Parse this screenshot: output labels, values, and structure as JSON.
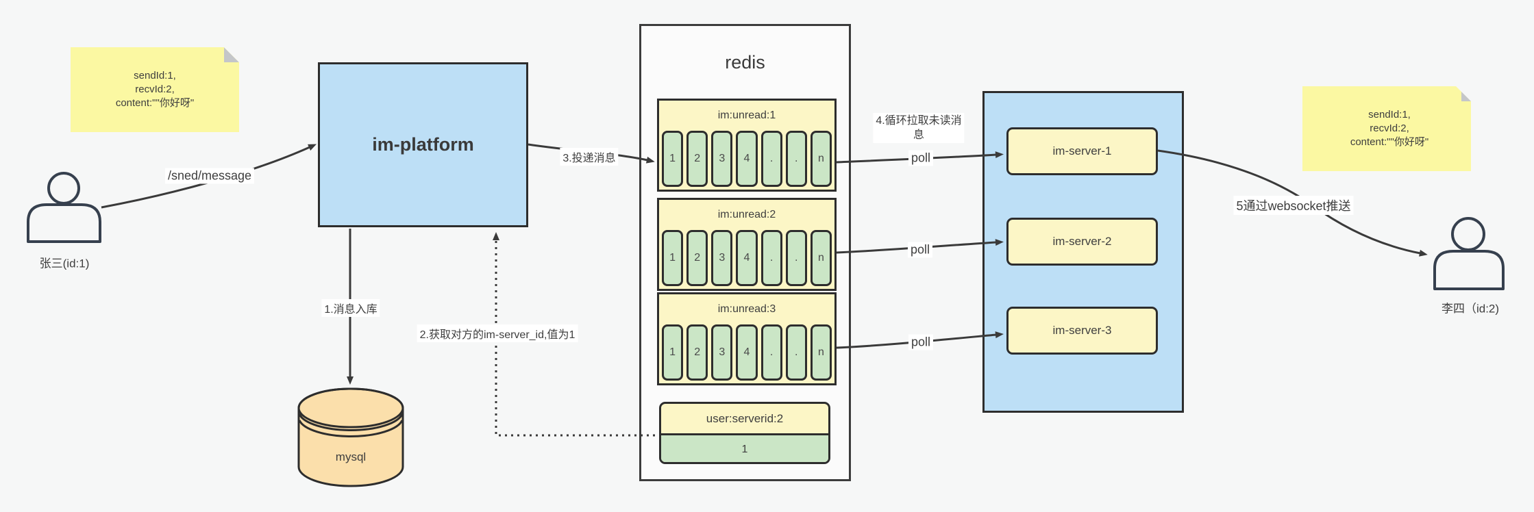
{
  "colors": {
    "background": "#F6F7F7",
    "note_yellow": "#FBF8A2",
    "box_yellow": "#FCF6C6",
    "cell_green": "#CBE6C6",
    "node_blue": "#BDDFF6",
    "db_orange": "#FBDFAB",
    "border_dark": "#2D2D2D",
    "arrow": "#3A3A3A"
  },
  "sender": {
    "label": "张三(id:1)"
  },
  "receiver": {
    "label": "李四（id:2)"
  },
  "note_sender": {
    "lines": [
      "sendId:1,",
      "recvId:2,",
      "content:\"\"你好呀\""
    ]
  },
  "note_receiver": {
    "lines": [
      "sendId:1,",
      "recvId:2,",
      "content:\"\"你好呀\""
    ]
  },
  "platform": {
    "label": "im-platform"
  },
  "database": {
    "label": "mysql"
  },
  "redis": {
    "title": "redis",
    "queues": [
      {
        "header": "im:unread:1",
        "cells": [
          "1",
          "2",
          "3",
          "4",
          ".",
          ".",
          "n"
        ]
      },
      {
        "header": "im:unread:2",
        "cells": [
          "1",
          "2",
          "3",
          "4",
          ".",
          ".",
          "n"
        ]
      },
      {
        "header": "im:unread:3",
        "cells": [
          "1",
          "2",
          "3",
          "4",
          ".",
          ".",
          "n"
        ]
      }
    ],
    "kv": {
      "header": "user:serverid:2",
      "value": "1"
    }
  },
  "cluster": {
    "servers": [
      {
        "label": "im-server-1"
      },
      {
        "label": "im-server-2"
      },
      {
        "label": "im-server-3"
      }
    ]
  },
  "edges": {
    "send": "/sned/message",
    "step1": "1.消息入库",
    "step2": "2.获取对方的im-server_id,值为1",
    "step3": "3.投递消息",
    "step4": "4.循环拉取未读消\n息",
    "step5": "5通过websocket推送",
    "poll": "poll"
  }
}
